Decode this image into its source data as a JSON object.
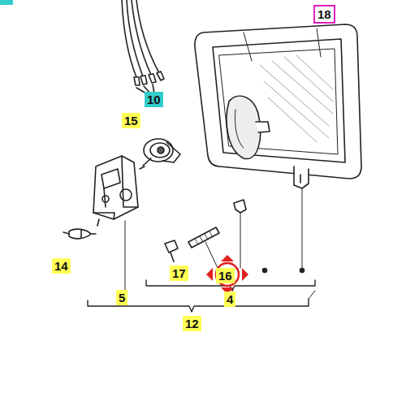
{
  "diagram": {
    "labels": [
      "18",
      "10",
      "15",
      "14",
      "17",
      "16",
      "5",
      "4",
      "12"
    ]
  }
}
